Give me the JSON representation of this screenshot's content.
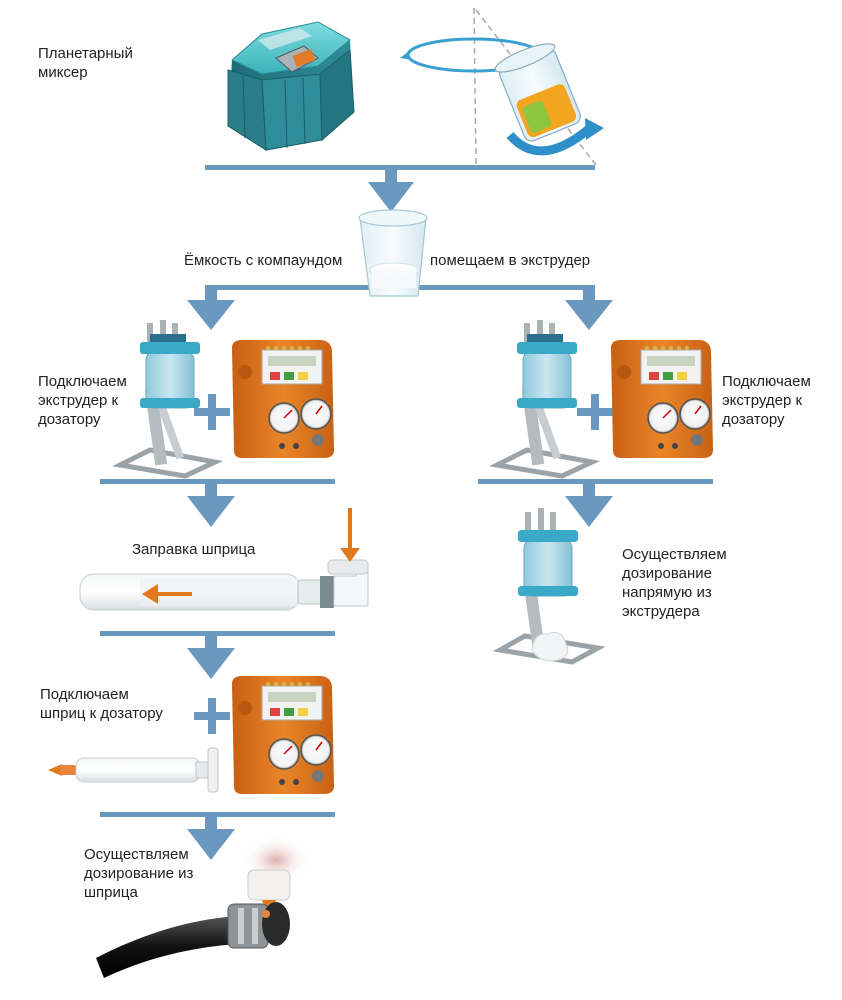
{
  "labels": {
    "planetary_mixer": "Планетарный\nмиксер",
    "container_left": "Ёмкость с компаундом",
    "container_right": "помещаем в экструдер",
    "connect_extruder_left": "Подключаем\nэкструдер к\nдозатору",
    "connect_extruder_right": "Подключаем\nэкструдер к\nдозатору",
    "syringe_filling": "Заправка шприца",
    "dispense_extruder": "Осуществляем\nдозирование\nнапрямую из\nэкструдера",
    "connect_syringe": "Подключаем\nшприц к дозатору",
    "dispense_syringe": "Осуществляем\nдозирование из\nшприца"
  },
  "colors": {
    "flow": "#6a98bf",
    "dispenser": "#e0781e",
    "mixer": "#4bbfc4",
    "extruder_clamp": "#3aa9c8"
  }
}
